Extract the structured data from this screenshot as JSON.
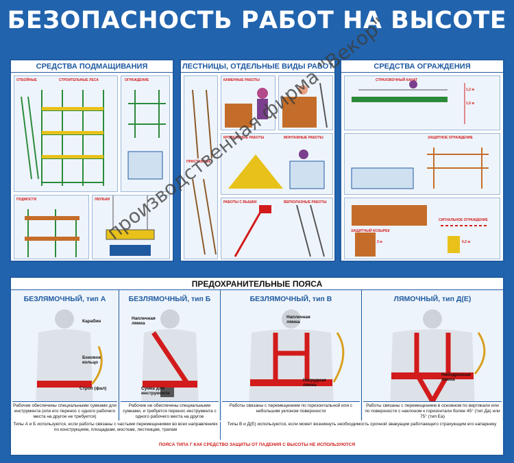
{
  "title": "БЕЗОПАСНОСТЬ РАБОТ НА ВЫСОТЕ",
  "panels": {
    "scaffold": "СРЕДСТВА ПОДМАЩИВАНИЯ",
    "ladders": "ЛЕСТНИЦЫ, ОТДЕЛЬНЫЕ ВИДЫ РАБОТ",
    "fencing": "СРЕДСТВА ОГРАЖДЕНИЯ"
  },
  "scaffold_labels": [
    "ОТБОЙНЫЕ",
    "СТРОИТЕЛЬНЫЕ ЛЕСА",
    "ОГРАЖДЕНИЕ",
    "ПОДМОСТИ",
    "ЛЮЛЬКИ"
  ],
  "ladder_labels": [
    "КАМЕННЫЕ РАБОТЫ",
    "КРОВЕЛЬНЫЕ РАБОТЫ",
    "МОНТАЖНЫЕ РАБОТЫ",
    "ПРИСТАВНЫЕ",
    "РАБОТЫ С ВЫШКИ",
    "ВЕРХОЛАЗНЫЕ РАБОТЫ"
  ],
  "fencing_labels": [
    "СТРАХОВОЧНЫЙ КАНАТ",
    "ЗАЩИТНОЕ ОГРАЖДЕНИЕ",
    "ЗАЩИТНЫЙ КОЗЫРЕК",
    "СИГНАЛЬНОЕ ОГРАЖДЕНИЕ"
  ],
  "fencing_dims": [
    "1,2 м",
    "1,5 м",
    "2 м",
    "0,2 м"
  ],
  "belts": {
    "heading": "ПРЕДОХРАНИТЕЛЬНЫЕ ПОЯСА",
    "types": [
      {
        "title": "БЕЗЛЯМОЧНЫЙ, тип А",
        "caption": "Рабочие обеспечены специальными сумками для инструмента (или его перенос с одного рабочего места на другое не требуется)"
      },
      {
        "title": "БЕЗЛЯМОЧНЫЙ, тип Б",
        "caption": "Рабочие не обеспечены специальными сумками, и требуется перенос инструмента с одного рабочего места на другое"
      },
      {
        "title": "БЕЗЛЯМОЧНЫЙ, тип В",
        "caption": "Работы связаны с перемещением по горизонтальной или с небольшим уклоном поверхности"
      },
      {
        "title": "ЛЯМОЧНЫЙ, тип Д(Е)",
        "caption": "Работы связаны с перемещением в основном по вертикали или по поверхности с наклоном к горизонтали более 45° (тип Да) или 75° (тип Ea)"
      }
    ],
    "callouts": {
      "karabin": "Карабин",
      "ring": "Боковое кольцо",
      "strop": "Строп (фал)",
      "shoulder_b": "Наплечная лямка",
      "bag": "Сумка для инструмента",
      "shoulder_v": "Наплечная лямка",
      "chest": "Нагрудная лямка",
      "chest_d": "Набедренная лямка"
    },
    "note_ab": "Типы А и Б используются, если работы связаны с частыми перемещениями во всех направлениях по конструкциям, площадкам, мосткам, лестницам, трапам",
    "note_vd": "Типы В и Д(Е) используются, если может возникнуть необходимость срочной эвакуации работающего страхующим его напарнику",
    "warning": "ПОЯСА ТИПА Г КАК СРЕДСТВО ЗАЩИТЫ ОТ ПАДЕНИЯ С ВЫСОТЫ НЕ ИСПОЛЬЗУЮТСЯ"
  },
  "watermark": "производственная фирма \"Векор\""
}
